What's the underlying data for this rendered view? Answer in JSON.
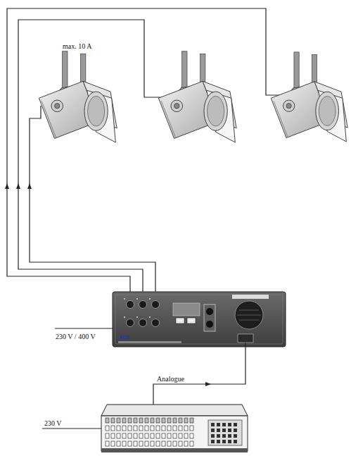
{
  "diagram": {
    "labels": [
      "max. 10 A",
      "230 V / 400 V",
      "Analogue",
      "230 V",
      "ADB"
    ]
  }
}
